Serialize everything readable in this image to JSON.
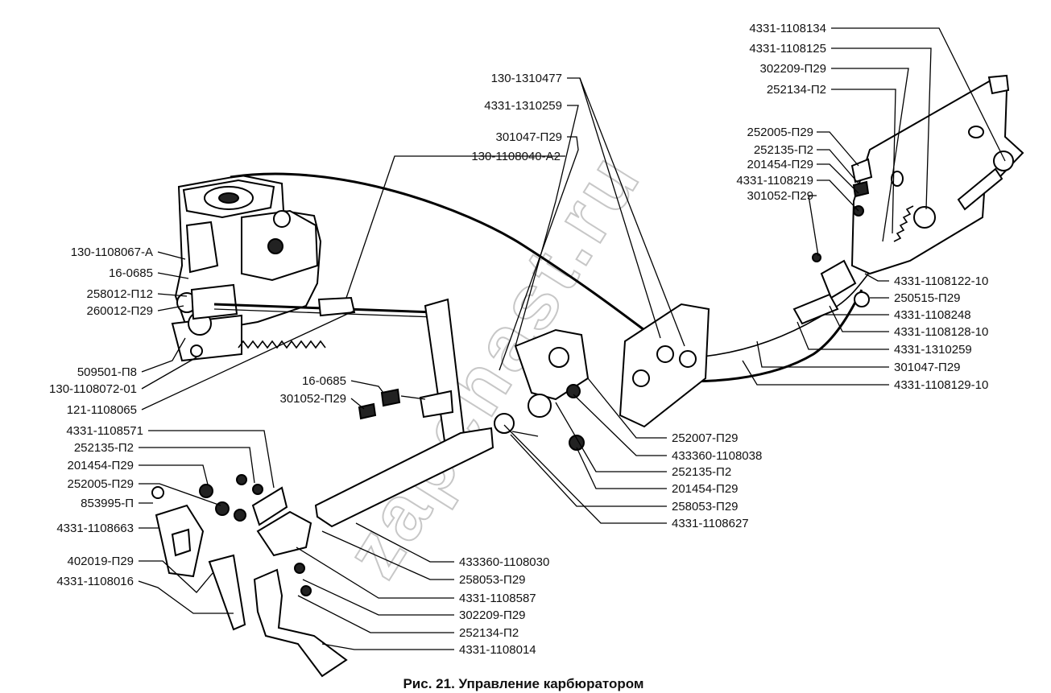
{
  "caption": "Рис. 21. Управление карбюратором",
  "watermark": "zapchast.ru",
  "labels": {
    "l_1": "130-1108067-А",
    "l_2": "16-0685",
    "l_3": "258012-П12",
    "l_4": "260012-П29",
    "l_5": "509501-П8",
    "l_6": "130-1108072-01",
    "l_7": "121-1108065",
    "l_8": "4331-1108571",
    "l_9": "252135-П2",
    "l_10": "201454-П29",
    "l_11": "252005-П29",
    "l_12": "853995-П",
    "l_13": "4331-1108663",
    "l_14": "402019-П29",
    "l_15": "4331-1108016",
    "m_1": "16-0685",
    "m_2": "301052-П29",
    "t_1": "130-1310477",
    "t_2": "4331-1310259",
    "t_3": "301047-П29",
    "t_4": "130-1108040-А2",
    "b_1": "433360-1108030",
    "b_2": "258053-П29",
    "b_3": "4331-1108587",
    "b_4": "302209-П29",
    "b_5": "252134-П2",
    "b_6": "4331-1108014",
    "c_1": "252007-П29",
    "c_2": "433360-1108038",
    "c_3": "252135-П2",
    "c_4": "201454-П29",
    "c_5": "258053-П29",
    "c_6": "4331-1108627",
    "tr_1": "4331-1108134",
    "tr_2": "4331-1108125",
    "tr_3": "302209-П29",
    "tr_4": "252134-П2",
    "tr_5": "252005-П29",
    "tr_6": "252135-П2",
    "tr_7": "201454-П29",
    "tr_8": "4331-1108219",
    "tr_9": "301052-П29",
    "r_1": "4331-1108122-10",
    "r_2": "250515-П29",
    "r_3": "4331-1108248",
    "r_4": "4331-1108128-10",
    "r_5": "4331-1310259",
    "r_6": "301047-П29",
    "r_7": "4331-1108129-10"
  }
}
